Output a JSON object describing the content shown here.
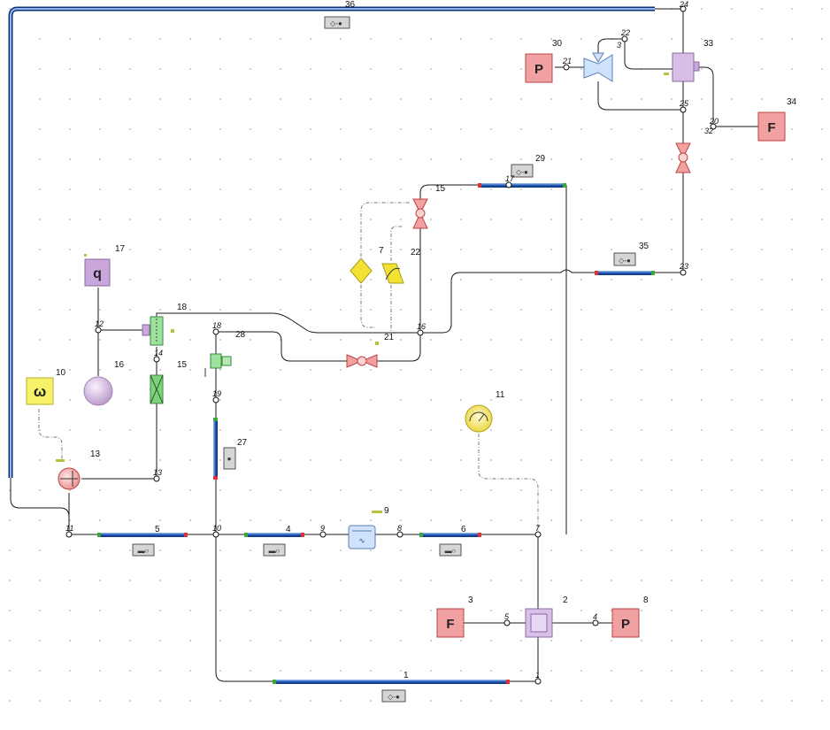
{
  "diagram": {
    "components": {
      "p1": "1",
      "p2": "2",
      "p3": "3",
      "p4": "4",
      "p5": "5",
      "p6": "6",
      "p7": "7",
      "p8": "8",
      "p9": "9",
      "p10": "10",
      "p11": "11",
      "p13": "13",
      "p15": "15",
      "p16": "16",
      "p17": "17",
      "p18": "18",
      "p21": "21",
      "p22": "22",
      "p27": "27",
      "p28": "28",
      "p29": "29",
      "p30": "30",
      "p33": "33",
      "p34": "34",
      "p35": "35",
      "p36": "36"
    },
    "nodes": {
      "n1": "1",
      "n3": "3",
      "n4": "4",
      "n5": "5",
      "n7": "7",
      "n8": "8",
      "n9": "9",
      "n10": "10",
      "n11": "11",
      "n12": "12",
      "n13": "13",
      "n14": "14",
      "n15": "15",
      "n16": "16",
      "n17": "17",
      "n18": "18",
      "n19": "19",
      "n20": "20",
      "n21": "21",
      "n22": "22",
      "n23": "23",
      "n24": "24",
      "n25": "25",
      "n32": "32"
    },
    "symbols": {
      "F": "F",
      "P": "P",
      "q": "q",
      "omega": "ω"
    }
  }
}
